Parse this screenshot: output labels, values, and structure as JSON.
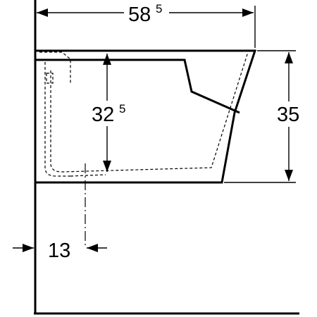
{
  "diagram": {
    "dimensions": {
      "width": {
        "main": "58",
        "sup": "5"
      },
      "inner_height": {
        "main": "32",
        "sup": "5"
      },
      "height": {
        "main": "35"
      },
      "axis_offset": {
        "main": "13"
      }
    }
  }
}
